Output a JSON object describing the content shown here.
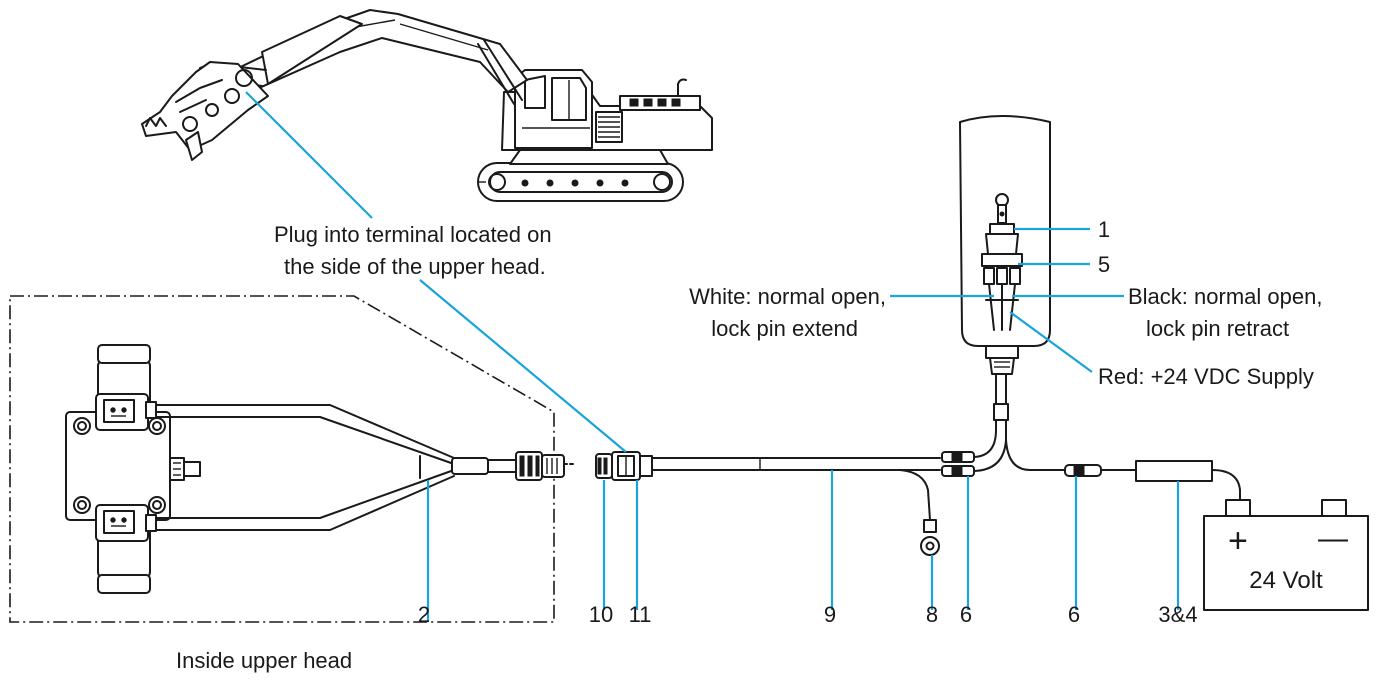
{
  "colors": {
    "leader": "#1aa3dc",
    "ink": "#1a1a1a",
    "background": "#ffffff"
  },
  "annotations": {
    "plug_line1": "Plug into terminal located on",
    "plug_line2": "the side of the upper head.",
    "white_line1": "White: normal open,",
    "white_line2": "lock pin extend",
    "black_line1": "Black: normal open,",
    "black_line2": "lock pin retract",
    "red": "Red: +24 VDC Supply",
    "inside": "Inside upper head",
    "battery_plus": "+",
    "battery_minus": "—",
    "battery": "24 Volt"
  },
  "callouts": {
    "c1": "1",
    "c5": "5",
    "c2": "2",
    "c10": "10",
    "c11": "11",
    "c9": "9",
    "c8": "8",
    "c6a": "6",
    "c6b": "6",
    "c34": "3&4"
  }
}
